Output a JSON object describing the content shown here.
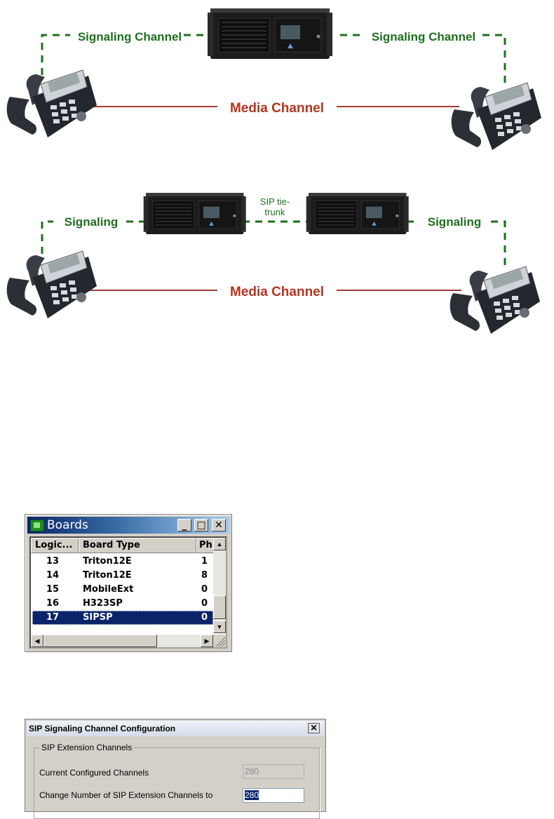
{
  "diagram_top": {
    "signaling_left": "Signaling Channel",
    "signaling_right": "Signaling Channel",
    "media": "Media Channel"
  },
  "diagram_bottom": {
    "signaling_left": "Signaling",
    "signaling_right": "Signaling",
    "tie_trunk_line1": "SIP tie-",
    "tie_trunk_line2": "trunk",
    "media": "Media Channel"
  },
  "colors": {
    "signaling_green": "#1e6f1e",
    "media_red": "#b5341f",
    "media_line": "#a33a3a"
  },
  "boards_window": {
    "title": "Boards",
    "minimize_icon": "minimize-icon",
    "maximize_icon": "maximize-icon",
    "close_icon": "close-icon",
    "columns": [
      "Logic...",
      "Board Type",
      "Ph"
    ],
    "rows": [
      {
        "logical": "13",
        "board_type": "Triton12E",
        "ph": "1",
        "selected": false
      },
      {
        "logical": "14",
        "board_type": "Triton12E",
        "ph": "8",
        "selected": false
      },
      {
        "logical": "15",
        "board_type": "MobileExt",
        "ph": "0",
        "selected": false
      },
      {
        "logical": "16",
        "board_type": "H323SP",
        "ph": "0",
        "selected": false
      },
      {
        "logical": "17",
        "board_type": "SIPSP",
        "ph": "0",
        "selected": true
      }
    ]
  },
  "sip_dialog": {
    "title": "SIP Signaling Channel Configuration",
    "group_label": "SIP Extension Channels",
    "current_label": "Current Configured Channels",
    "current_value": "280",
    "change_label": "Change Number of SIP Extension Channels to",
    "change_value": "280"
  }
}
